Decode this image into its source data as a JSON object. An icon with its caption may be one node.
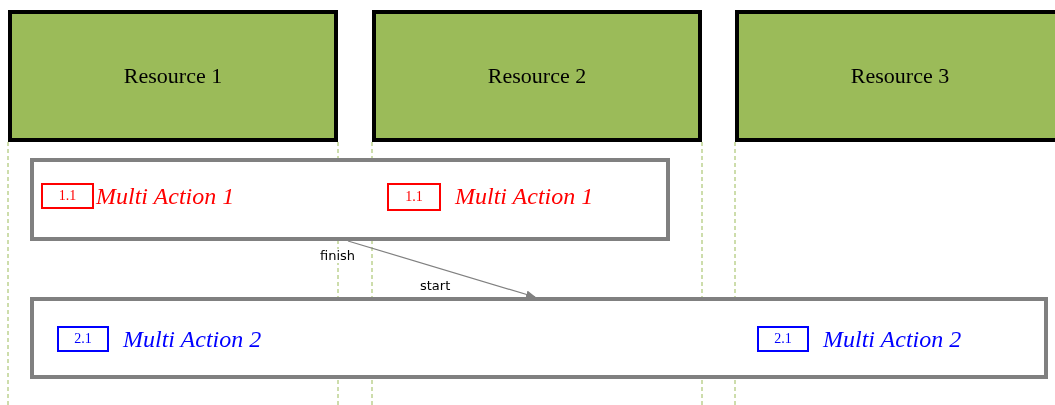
{
  "diagram": {
    "nodes": [
      {
        "text": [
          "Resource 1"
        ]
      },
      {
        "text": [
          "Resource 2"
        ]
      },
      {
        "text": [
          "Resource 3"
        ]
      },
      {
        "text": [],
        "shape": "box"
      },
      {
        "text": [
          "1.1"
        ],
        "in": 3,
        "beside": [
          "Multi Action 1"
        ]
      },
      {
        "text": [
          "1.1"
        ],
        "in": 3,
        "beside": [
          "Multi Action 1"
        ]
      },
      {
        "text": [],
        "shape": "box"
      },
      {
        "text": [
          "2.1"
        ],
        "in": 6,
        "beside": [
          "Multi Action 2"
        ]
      },
      {
        "text": [
          "2.1"
        ],
        "in": 6,
        "beside": [
          "Multi Action 2"
        ]
      }
    ],
    "edges": [
      {
        "from": 3,
        "to": 6,
        "arrow": "to",
        "label": "finish"
      }
    ],
    "labels": [
      "start"
    ]
  }
}
